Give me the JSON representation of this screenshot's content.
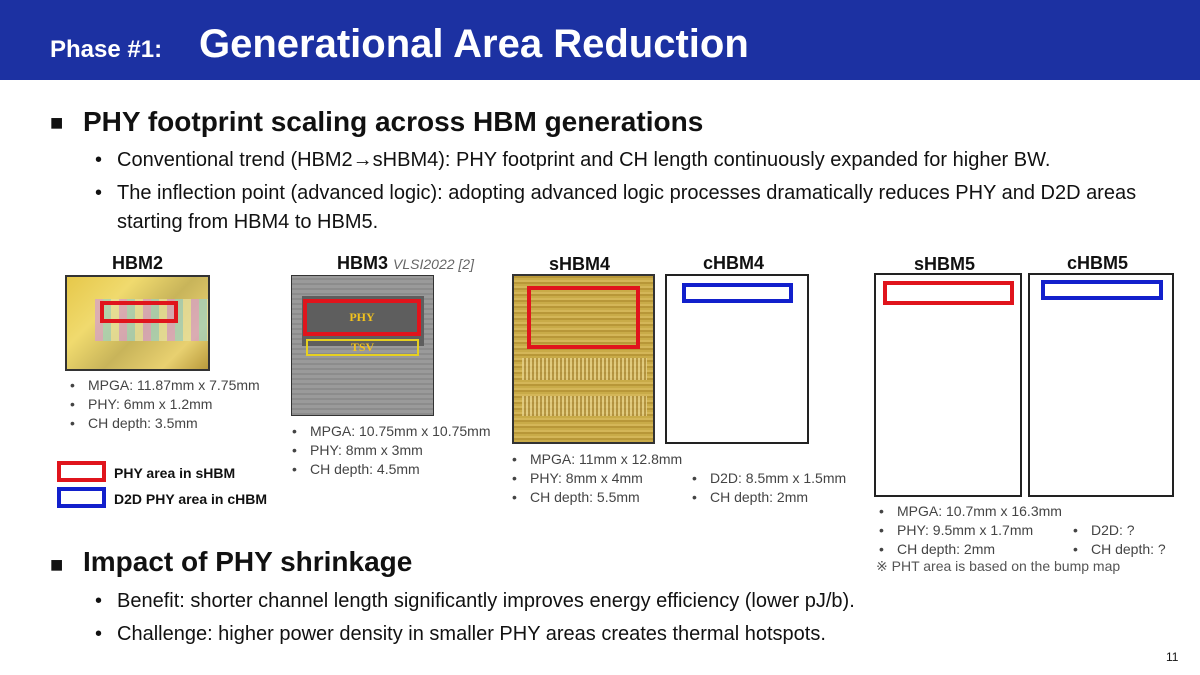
{
  "header": {
    "prefix": "Phase #1:",
    "title": "Generational Area Reduction"
  },
  "section1": {
    "marker": "■",
    "title": "PHY footprint scaling across HBM generations",
    "bullets": [
      "Conventional trend (HBM2→sHBM4): PHY footprint and CH length continuously expanded for higher BW.",
      "The inflection point (advanced logic): adopting advanced logic processes dramatically reduces PHY and D2D areas starting from HBM4 to HBM5."
    ]
  },
  "dies": {
    "hbm2": {
      "label": "HBM2",
      "specs": [
        "MPGA: 11.87mm x 7.75mm",
        "PHY: 6mm x 1.2mm",
        "CH depth: 3.5mm"
      ]
    },
    "hbm3": {
      "label": "HBM3",
      "ref": "VLSI2022 [2]",
      "phy_text": "PHY",
      "tsv_text": "TSV",
      "specs": [
        "MPGA: 10.75mm x 10.75mm",
        "PHY: 8mm x 3mm",
        "CH depth: 4.5mm"
      ]
    },
    "shbm4": {
      "label": "sHBM4",
      "specs": [
        "MPGA: 11mm x 12.8mm",
        "PHY: 8mm x 4mm",
        "CH depth: 5.5mm"
      ]
    },
    "chbm4": {
      "label": "cHBM4",
      "specs": [
        "D2D: 8.5mm x 1.5mm",
        "CH depth: 2mm"
      ]
    },
    "shbm5": {
      "label": "sHBM5",
      "specs": [
        "MPGA: 10.7mm x 16.3mm",
        "PHY: 9.5mm x 1.7mm",
        "CH depth: 2mm"
      ]
    },
    "chbm5": {
      "label": "cHBM5",
      "specs": [
        "D2D: ?",
        "CH depth: ?"
      ]
    }
  },
  "legend": {
    "phy": "PHY area in sHBM",
    "d2d": "D2D PHY area in cHBM",
    "phy_color": "#e0141c",
    "d2d_color": "#1220cc"
  },
  "footnote": "※ PHT area is based on the bump map",
  "section2": {
    "marker": "■",
    "title": "Impact of PHY shrinkage",
    "bullets": [
      "Benefit: shorter channel length significantly improves energy efficiency (lower pJ/b).",
      "Challenge: higher power density in smaller PHY areas creates thermal hotspots."
    ]
  },
  "page_number": "11",
  "bullet_char": "•"
}
